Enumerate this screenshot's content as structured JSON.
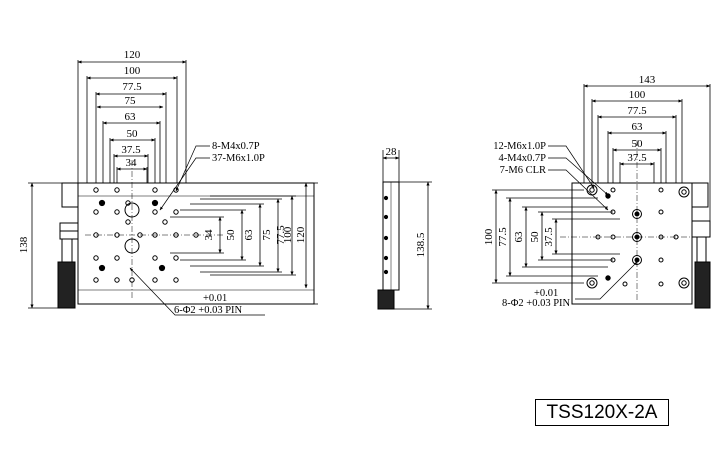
{
  "model": "TSS120X-2A",
  "top_view": {
    "width_dims": [
      "120",
      "100",
      "77.5",
      "75",
      "63",
      "50",
      "37.5",
      "34"
    ],
    "height_dims": [
      "34",
      "50",
      "63",
      "75",
      "77.5",
      "100",
      "120"
    ],
    "overall_height": "138",
    "callouts": [
      "8-M4x0.7P",
      "37-M6x1.0P"
    ],
    "pin_tolerance": "+0.01",
    "pin_note": "6-Φ2 +0.03 PIN"
  },
  "side_view": {
    "thickness": "28",
    "height": "138.5"
  },
  "bottom_view": {
    "width_dims": [
      "143",
      "100",
      "77.5",
      "63",
      "50",
      "37.5"
    ],
    "height_dims": [
      "100",
      "77.5",
      "63",
      "50",
      "37.5"
    ],
    "callouts": [
      "12-M6x1.0P",
      "4-M4x0.7P",
      "7-M6 CLR"
    ],
    "pin_tolerance": "+0.01",
    "pin_note": "8-Φ2 +0.03 PIN"
  }
}
